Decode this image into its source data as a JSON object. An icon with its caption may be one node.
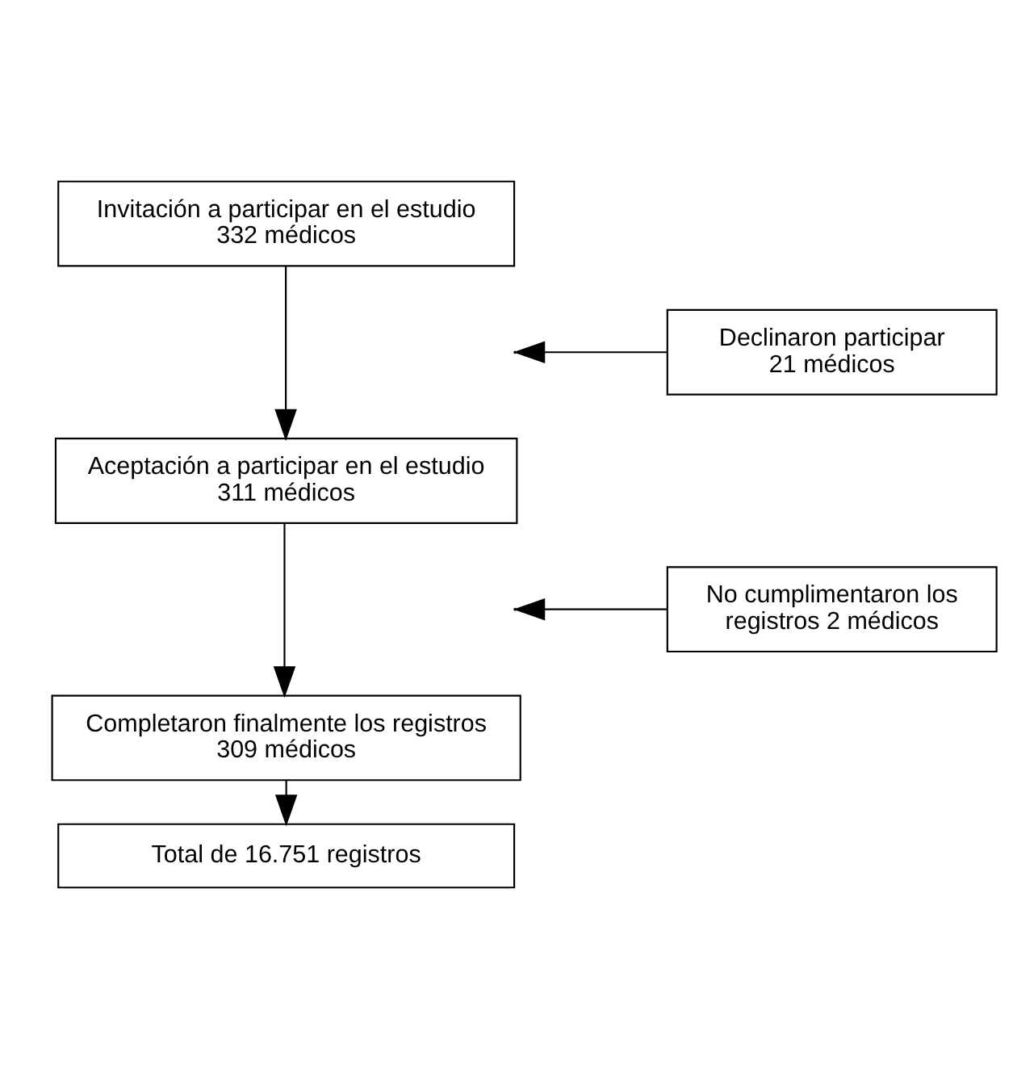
{
  "diagram": {
    "nodes": [
      {
        "text": [
          "Invitación a participar en el estudio",
          "332 médicos"
        ]
      },
      {
        "text": [
          "Declinaron participar",
          "21 médicos"
        ]
      },
      {
        "text": [
          "Aceptación a participar en el estudio",
          "311 médicos"
        ]
      },
      {
        "text": [
          "No cumplimentaron los registros 2 médicos"
        ]
      },
      {
        "text": [
          "Completaron finalmente los registros",
          "309 médicos"
        ]
      },
      {
        "text": [
          "Total de 16.751 registros"
        ]
      }
    ],
    "edges": [
      {
        "from": 0,
        "to": 2,
        "arrow": "to"
      },
      {
        "from": 1,
        "to": null,
        "arrow": "to"
      },
      {
        "from": 2,
        "to": 4,
        "arrow": "to"
      },
      {
        "from": 3,
        "to": null,
        "arrow": "to"
      },
      {
        "from": 4,
        "to": 5,
        "arrow": "to"
      }
    ]
  }
}
